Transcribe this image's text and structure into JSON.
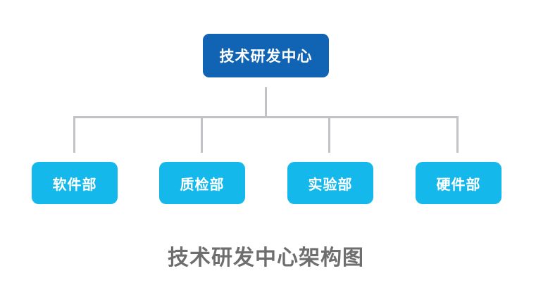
{
  "org_chart": {
    "root": {
      "label": "技术研发中心"
    },
    "departments": [
      {
        "label": "软件部"
      },
      {
        "label": "质检部"
      },
      {
        "label": "实验部"
      },
      {
        "label": "硬件部"
      }
    ],
    "caption": "技术研发中心架构图",
    "colors": {
      "root_box": "#1164b3",
      "dept_box": "#14b8ea",
      "connector": "#c3c3c7",
      "caption_text": "#6e6e6e"
    }
  }
}
